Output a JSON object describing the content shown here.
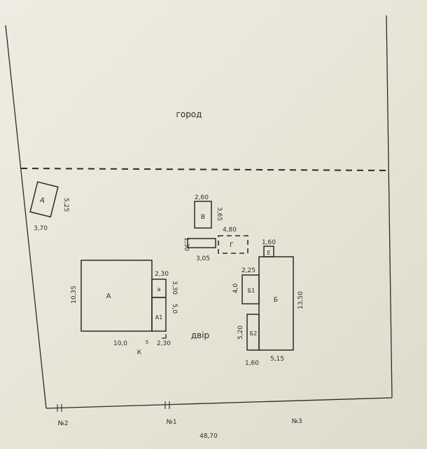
{
  "labels": {
    "garden": "город",
    "yard": "двір",
    "house": "А",
    "porch_small": "а",
    "annex": "А1",
    "shed_far": "А",
    "bldg_v": "В",
    "bldg_g": "Г",
    "bldg_b": "Б",
    "bldg_b1": "Б1",
    "bldg_b2": "Б2",
    "bldg_e": "Е",
    "k_mark": "К",
    "k_sub": "5"
  },
  "dimensions": {
    "shed_w": "3,70",
    "shed_h": "5,25",
    "v_w": "2,60",
    "v_h": "3,65",
    "g_w": "4,80",
    "strip_h": "1,30",
    "strip_w": "3,05",
    "e_w": "1,60",
    "b_h": "13,50",
    "b_w": "5,15",
    "b1_w": "2,25",
    "b1_h": "4,0",
    "b2_h": "5,20",
    "b2_w": "1,60",
    "house_h": "10,35",
    "house_w": "10,0",
    "porch_w": "2,30",
    "porch_h": "3,30",
    "annex_h": "5,0",
    "annex_w": "2,30"
  },
  "lot": {
    "left_neighbor": "№2",
    "middle_neighbor": "№1",
    "right_neighbor": "№3",
    "bottom_length": "48,70"
  }
}
